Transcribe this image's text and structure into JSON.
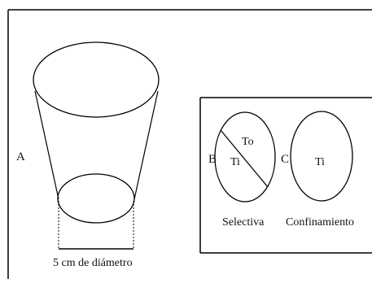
{
  "labels": {
    "a": "A",
    "b": "B",
    "c": "C",
    "to": "To",
    "ti_b": "Ti",
    "ti_c": "Ti",
    "diameter": "5 cm de diámetro",
    "selectiva": "Selectiva",
    "confinamiento": "Confinamiento"
  },
  "colors": {
    "stroke": "#000000",
    "background": "#ffffff"
  }
}
